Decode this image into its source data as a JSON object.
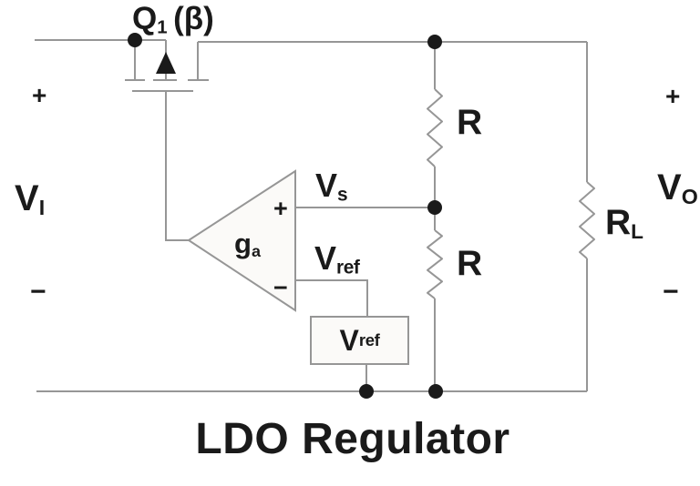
{
  "diagram_title": "LDO Regulator",
  "colors": {
    "wire": "#969696",
    "ink": "#1a1a1a",
    "component_fill": "#fbfaf8",
    "background": "#ffffff"
  },
  "labels": {
    "transistor": {
      "main": "Q",
      "sub": "1",
      "suffix": "(β)"
    },
    "input_port": {
      "plus": "+",
      "minus": "−",
      "name_main": "V",
      "name_sub": "I"
    },
    "output_port": {
      "plus": "+",
      "minus": "−",
      "name_main": "V",
      "name_sub": "O"
    },
    "error_amp": {
      "gain_main": "g",
      "gain_sub": "a",
      "noninverting": "+",
      "inverting": "−"
    },
    "sense_node": {
      "main": "V",
      "sub": "s"
    },
    "ref_wire": {
      "main": "V",
      "sub": "ref"
    },
    "ref_source": {
      "main": "V",
      "sub": "ref"
    },
    "resistor_top": "R",
    "resistor_bottom": "R",
    "load_resistor": {
      "main": "R",
      "sub": "L"
    }
  }
}
